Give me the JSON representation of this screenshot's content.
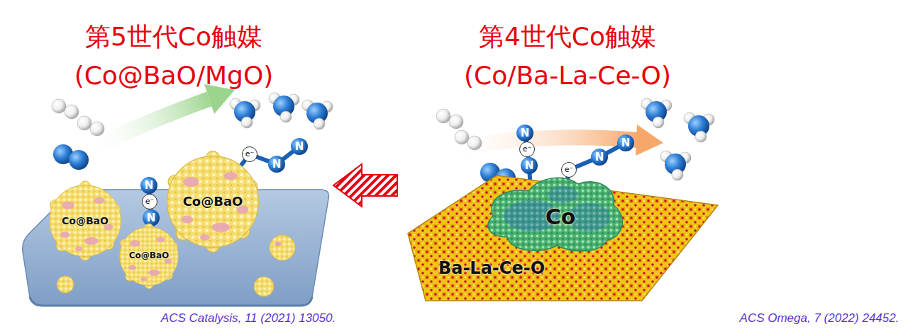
{
  "diagram": {
    "nodes": [
      {
        "text": [
          "第5世代Co触媒",
          "(Co@BaO/MgO)"
        ]
      },
      {
        "text": [
          "Co@BaO"
        ],
        "in": 0
      },
      {
        "text": [
          "Co@BaO"
        ],
        "in": 0
      },
      {
        "text": [
          "Co@BaO"
        ],
        "in": 0
      },
      {
        "text": [
          "第4世代Co触媒",
          "(Co/Ba-La-Ce-O)"
        ]
      },
      {
        "text": [
          "Ba-La-Ce-O"
        ],
        "in": 4
      },
      {
        "text": [
          "Co"
        ],
        "in": 4
      }
    ],
    "edges": [
      {
        "from": 4,
        "to": 0,
        "arrow": "to"
      }
    ],
    "labels": [
      "N",
      "e⁻",
      "N",
      "e⁻",
      "N",
      "N",
      "N",
      "e⁻",
      "N",
      "e⁻",
      "N",
      "N",
      "ACS Catalysis, 11 (2021) 13050.",
      "ACS Omega, 7 (2022) 24452."
    ]
  }
}
